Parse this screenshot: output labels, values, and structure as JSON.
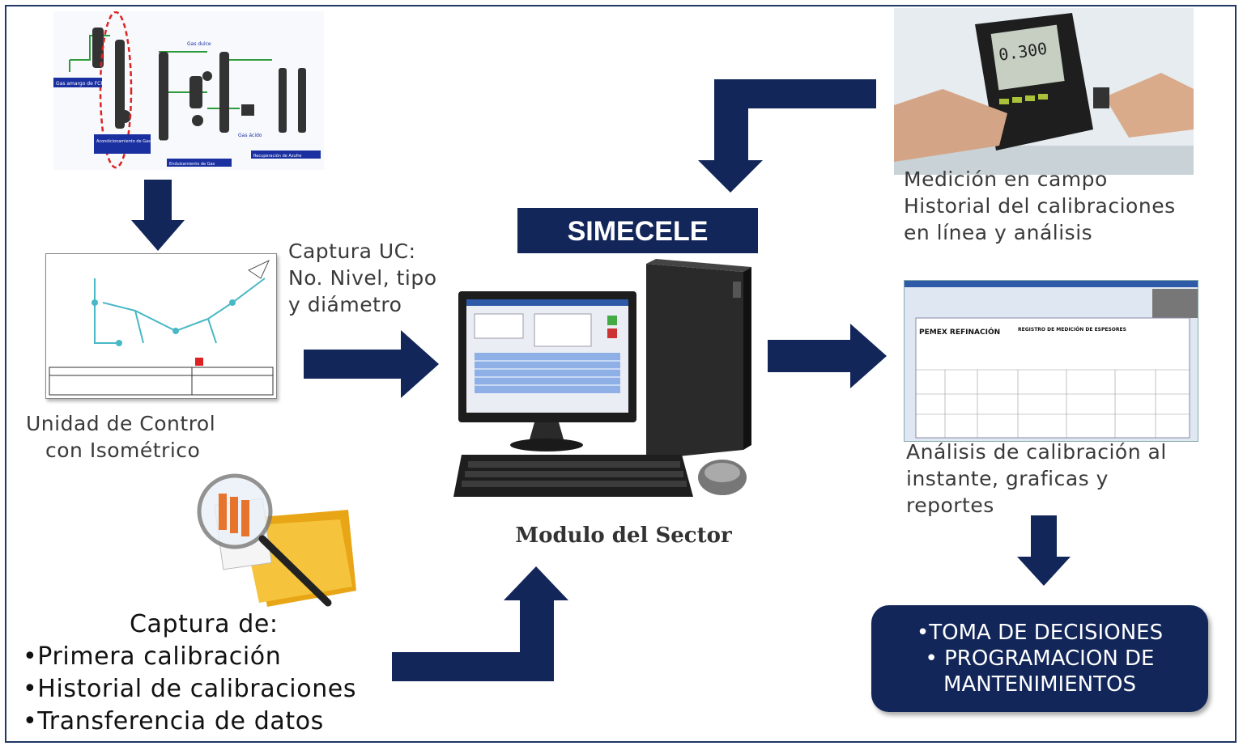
{
  "center": {
    "system_label": "SIMECELE",
    "module_caption": "Modulo del Sector"
  },
  "left": {
    "capture_uc_lines": [
      "Captura UC:",
      "No. Nivel, tipo",
      "y diámetro"
    ],
    "control_unit_lines": [
      "Unidad de Control",
      "con Isométrico"
    ],
    "capture_title": "Captura de:",
    "capture_items": [
      "•Primera calibración",
      "•Historial de calibraciones",
      "•Transferencia de datos"
    ]
  },
  "right": {
    "field_lines": [
      "Medición en campo",
      "Historial del calibraciones",
      "en línea y análisis"
    ],
    "analysis_lines": [
      "Análisis de calibración al",
      "instante, graficas y",
      "reportes"
    ],
    "decision_lines": [
      "•TOMA DE DECISIONES",
      "• PROGRAMACION DE",
      "MANTENIMIENTOS"
    ],
    "device_reading": "0.300",
    "report_header": "PEMEX REFINACIÓN",
    "report_title": "REGISTRO DE MEDICIÓN DE ESPESORES"
  },
  "process_diagram": {
    "labels": [
      "Gas amargo de FCP",
      "Gas dulce",
      "Gas ácido",
      "Acondicionamiento de Gas Amargo",
      "Endulzamiento de Gas",
      "Recuperación de Azufre"
    ]
  },
  "colors": {
    "navy": "#12265a",
    "frame": "#1f3864"
  }
}
